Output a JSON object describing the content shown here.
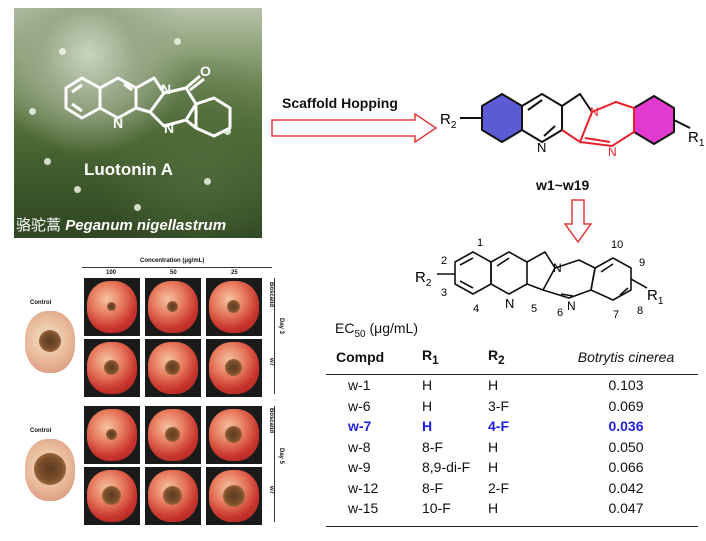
{
  "luotonin": {
    "name": "Luotonin A",
    "plant_cn": "骆驼蒿",
    "plant_latin": "Peganum nigellastrum"
  },
  "hopping": {
    "label": "Scaffold Hopping"
  },
  "series_label": "w1~w19",
  "structure_labels": {
    "r1": "R1",
    "r2": "R2",
    "positions": [
      "1",
      "2",
      "3",
      "4",
      "5",
      "6",
      "7",
      "8",
      "9",
      "10"
    ],
    "n": "N"
  },
  "apple_panel": {
    "concentration_label": "Concentration (μg/mL)",
    "concentrations": [
      "100",
      "50",
      "25"
    ],
    "control": "Control",
    "row_labels": [
      "Boscalid",
      "w7"
    ],
    "day_labels": [
      "Day 3",
      "Day 5"
    ]
  },
  "table": {
    "ec_title": "EC",
    "ec_sub": "50",
    "ec_unit": "(μg/mL)",
    "headers": [
      "Compd",
      "R1",
      "R2",
      "Botrytis cinerea"
    ],
    "rows": [
      [
        "w-1",
        "H",
        "H",
        "0.103"
      ],
      [
        "w-6",
        "H",
        "3-F",
        "0.069"
      ],
      [
        "w-7",
        "H",
        "4-F",
        "0.036"
      ],
      [
        "w-8",
        "8-F",
        "H",
        "0.050"
      ],
      [
        "w-9",
        "8,9-di-F",
        "H",
        "0.066"
      ],
      [
        "w-12",
        "8-F",
        "2-F",
        "0.042"
      ],
      [
        "w-15",
        "10-F",
        "H",
        "0.047"
      ]
    ],
    "highlight_row": 2,
    "highlight_color": "#1f1fe0"
  },
  "colors": {
    "blue_ring": "#5b5bd6",
    "pink_ring": "#e23ad0",
    "red_bonds": "#e8202a",
    "arrow": "#e23a3a"
  }
}
